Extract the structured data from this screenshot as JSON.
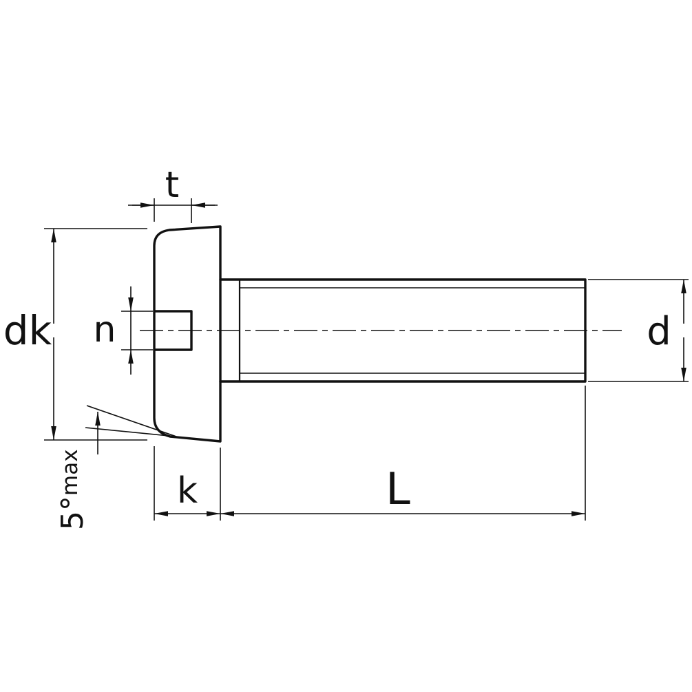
{
  "drawing": {
    "type": "technical-drawing",
    "subject": "slotted cheese head machine screw, side view",
    "background_color": "#ffffff",
    "line_color": "#111111"
  },
  "labels": {
    "slot_depth": "t",
    "head_diameter": "dk",
    "slot_width": "n",
    "thread_diameter": "d",
    "head_height": "k",
    "screw_length": "L",
    "underhead_angle": "5°",
    "underhead_angle_qualifier": "max"
  }
}
